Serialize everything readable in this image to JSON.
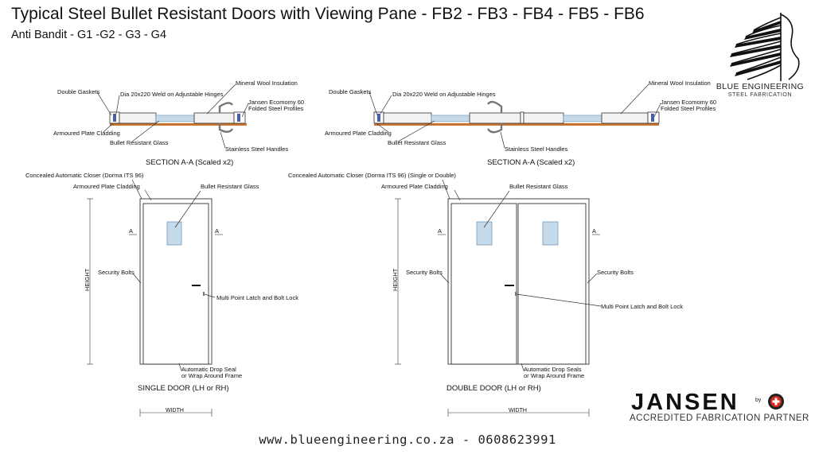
{
  "header": {
    "title": "Typical Steel Bullet Resistant Doors with Viewing Pane - FB2 - FB3 - FB4 - FB5 - FB6",
    "subtitle": "Anti Bandit - G1 -G2 - G3 - G4"
  },
  "brand": {
    "name": "BLUE ENGINEERING",
    "tagline": "STEEL FABRICATION",
    "website_footer": "www.blueengineering.co.za - 0608623991"
  },
  "partner": {
    "name": "JANSEN",
    "by": "by",
    "tagline": "ACCREDITED FABRICATION PARTNER"
  },
  "section_left": {
    "double_gaskets": "Double Gaskets",
    "weld": "Dia 20x220 Weld on Adjustable Hinges",
    "mineral_wool": "Mineral Wool Insulation",
    "jansen_line1": "Jansen Ecomomy 60",
    "jansen_line2": "Folded Steel Profiles",
    "armoured": "Armoured Plate Cladding",
    "glass": "Bullet Resistant Glass",
    "handles": "Stainless Steel Handles",
    "caption": "SECTION A-A (Scaled x2)"
  },
  "section_right": {
    "double_gaskets": "Double Gaskets",
    "weld": "Dia 20x220 Weld on Adjustable Hinges",
    "mineral_wool": "Mineral Wool Insulation",
    "jansen_line1": "Jansen Ecomomy 60",
    "jansen_line2": "Folded Steel Profiles",
    "armoured": "Armoured Plate Cladding",
    "glass": "Bullet Resistant Glass",
    "handles": "Stainless Steel Handles",
    "caption": "SECTION A-A (Scaled x2)"
  },
  "single_door": {
    "closer": "Concealed Automatic Closer (Dorma ITS 96)",
    "armoured": "Armoured Plate Cladding",
    "glass": "Bullet Resistant Glass",
    "section_mark": "A",
    "security_bolts": "Security Bolts",
    "latch": "Multi Point Latch and Bolt Lock",
    "height": "HEIGHT",
    "seal_line1": "Automatic Drop Seal",
    "seal_line2": "or Wrap Around Frame",
    "caption": "SINGLE DOOR (LH or RH)",
    "width": "WIDTH"
  },
  "double_door": {
    "closer": "Concealed Automatic Closer (Dorma ITS 96) (Single or Double)",
    "armoured": "Armoured Plate Cladding",
    "glass": "Bullet Resistant Glass",
    "section_mark": "A",
    "security_bolts": "Security Bolts",
    "latch": "Multi Point Latch and Bolt Lock",
    "height": "HEIGHT",
    "seal_line1": "Automatic Drop Seals",
    "seal_line2": "or Wrap Around Frame",
    "caption": "DOUBLE DOOR (LH or RH)",
    "width": "WIDTH"
  },
  "colors": {
    "glass": "#c5daea",
    "glass_stroke": "#6a8fb0",
    "cladding": "#c8742e",
    "line": "#333333",
    "hinge": "#4a5fa8"
  }
}
